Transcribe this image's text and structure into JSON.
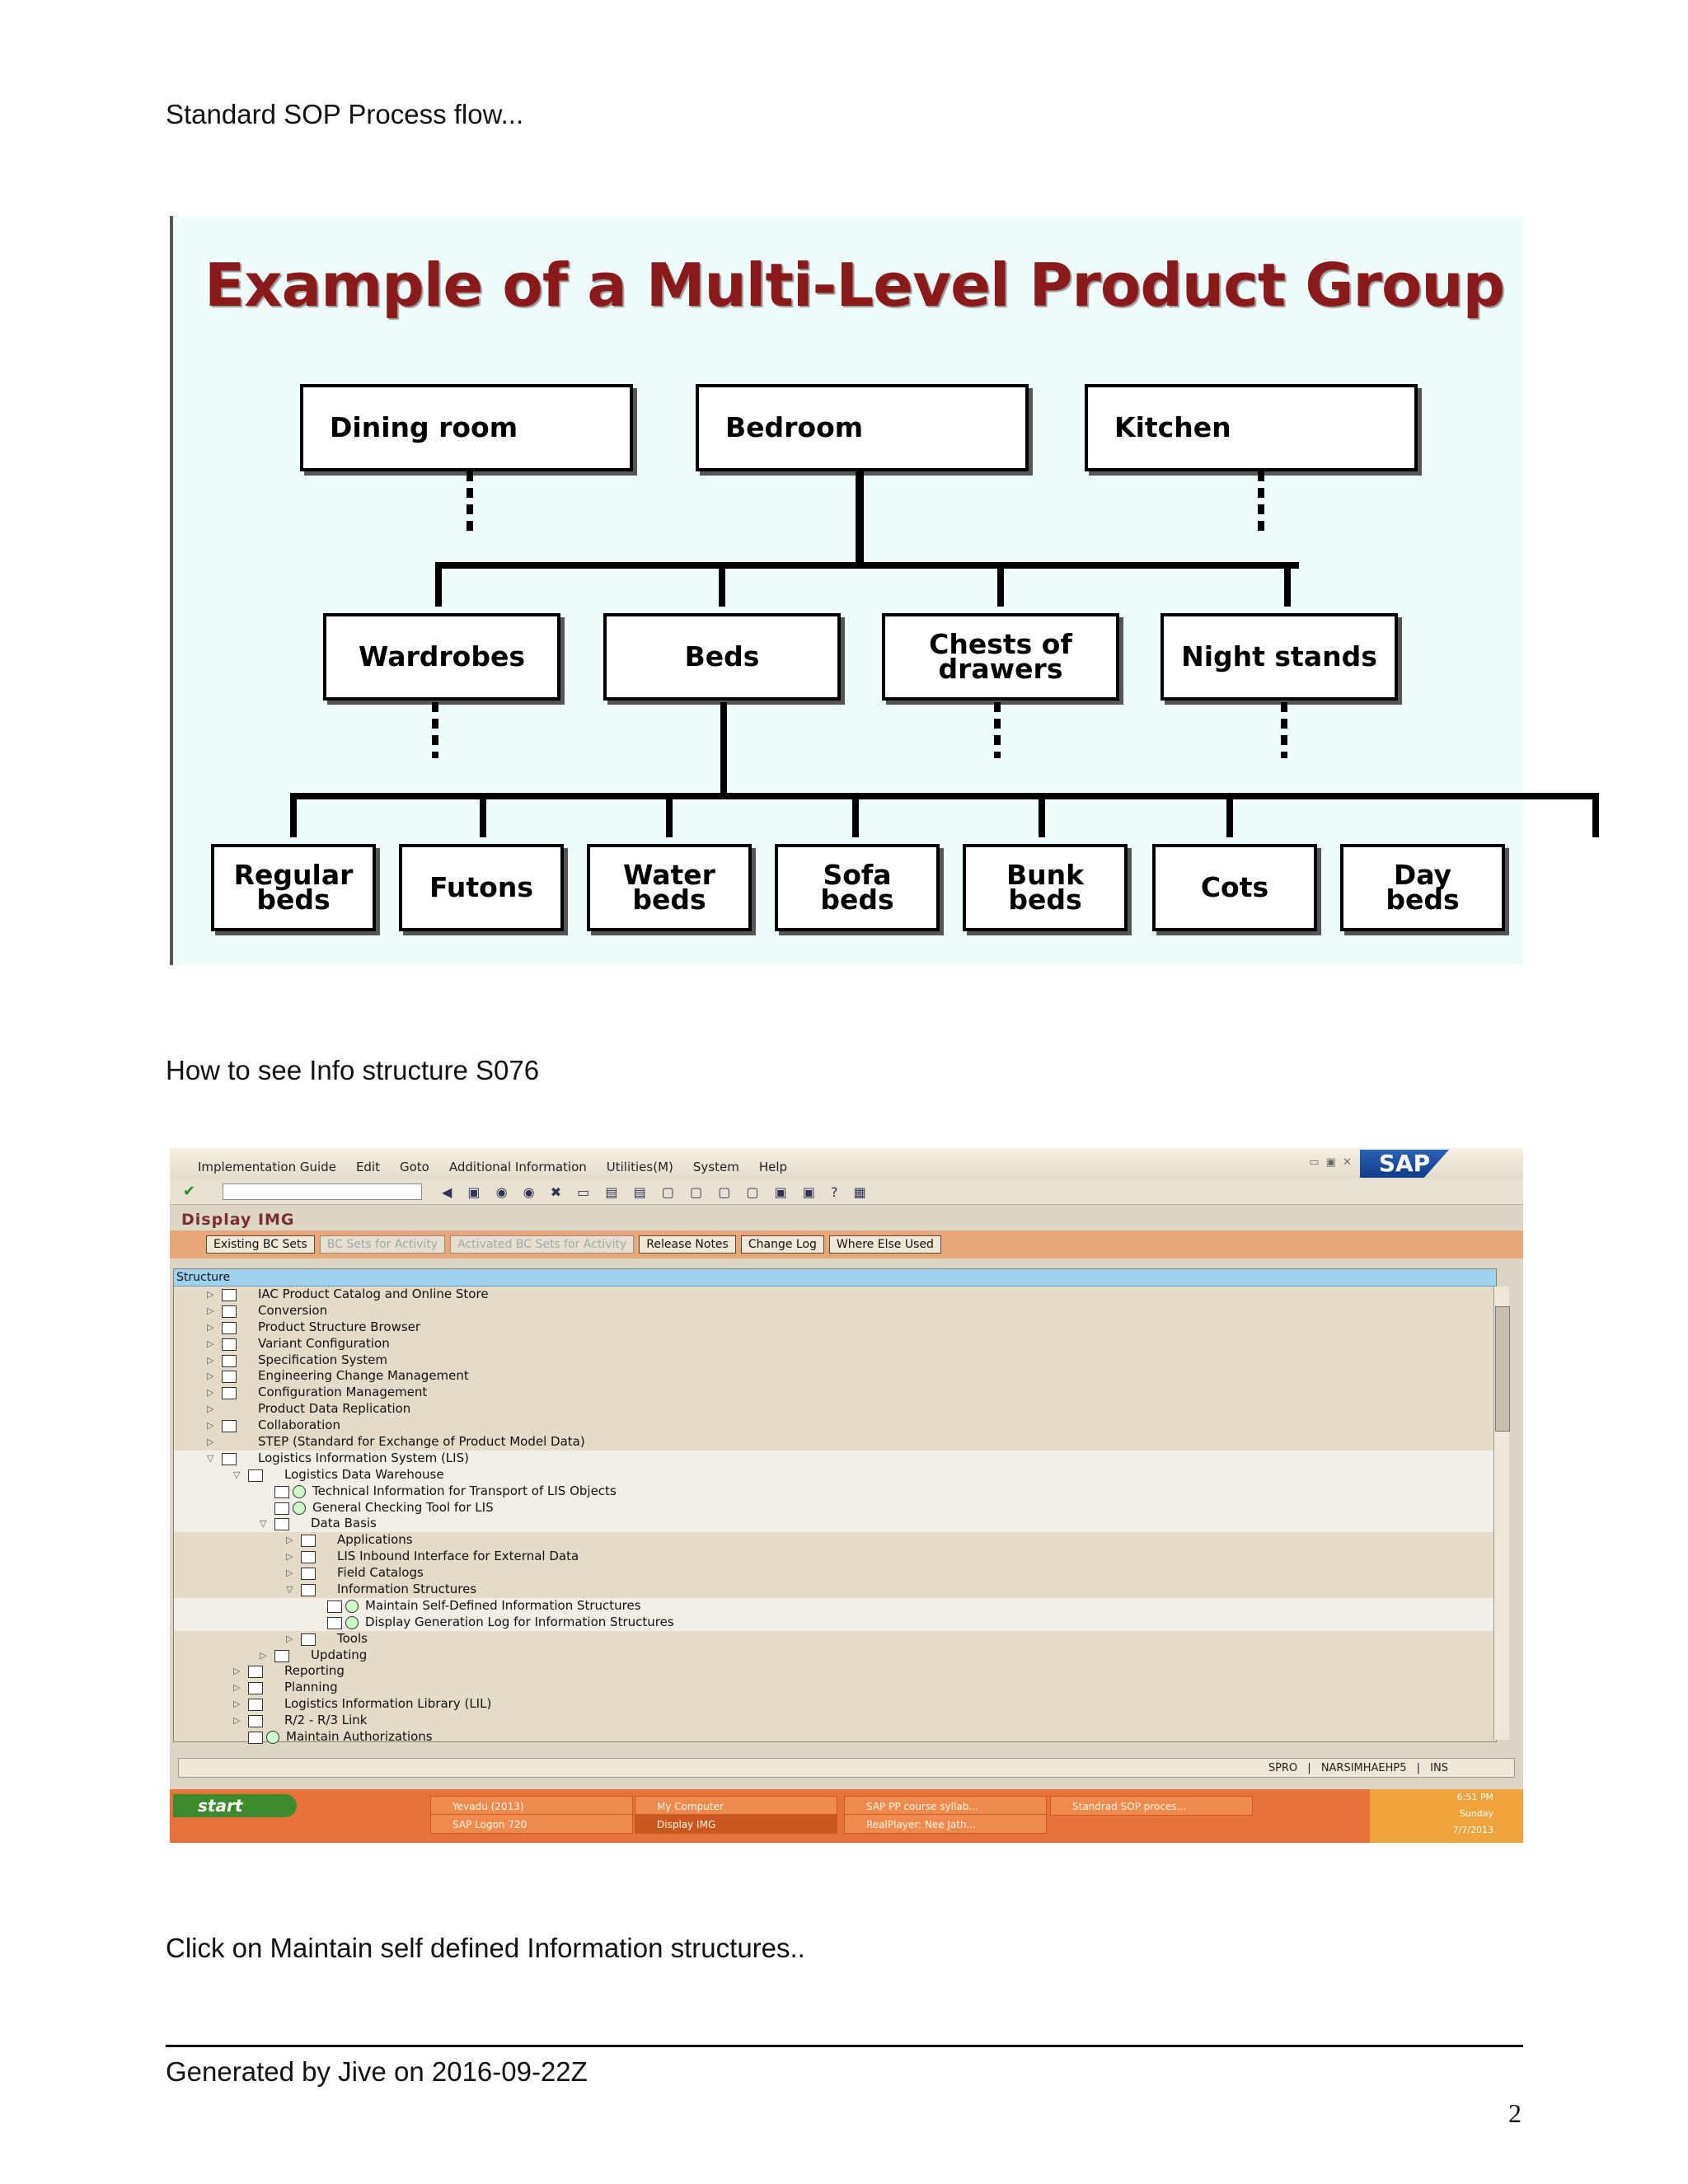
{
  "doc": {
    "intro": "Standard SOP Process flow...",
    "para2": "How to see Info structure S076",
    "para3": "Click on Maintain self defined Information structures..",
    "footer": "Generated by Jive on 2016-09-22Z",
    "page_number": "2"
  },
  "diagram": {
    "title": "Example of a Multi-Level Product Group",
    "level1": [
      "Dining room",
      "Bedroom",
      "Kitchen"
    ],
    "level2": [
      "Wardrobes",
      "Beds",
      "Chests of\ndrawers",
      "Night stands"
    ],
    "level3": [
      "Regular\nbeds",
      "Futons",
      "Water\nbeds",
      "Sofa\nbeds",
      "Bunk\nbeds",
      "Cots",
      "Day\nbeds"
    ]
  },
  "sap": {
    "menu": [
      "Implementation Guide",
      "Edit",
      "Goto",
      "Additional Information",
      "Utilities(M)",
      "System",
      "Help"
    ],
    "logo": "SAP",
    "screen_title": "Display IMG",
    "app_buttons": [
      {
        "label": "Existing BC Sets",
        "disabled": false
      },
      {
        "label": "BC Sets for Activity",
        "disabled": true
      },
      {
        "label": "Activated BC Sets for Activity",
        "disabled": true
      },
      {
        "label": "Release Notes",
        "disabled": false
      },
      {
        "label": "Change Log",
        "disabled": false
      },
      {
        "label": "Where Else Used",
        "disabled": false
      }
    ],
    "tree_header": "Structure",
    "tree": [
      {
        "label": "IAC Product Catalog and Online Store"
      },
      {
        "label": "Conversion"
      },
      {
        "label": "Product Structure Browser"
      },
      {
        "label": "Variant Configuration"
      },
      {
        "label": "Specification System"
      },
      {
        "label": "Engineering Change Management"
      },
      {
        "label": "Configuration Management"
      },
      {
        "label": "Product Data Replication"
      },
      {
        "label": "Collaboration"
      },
      {
        "label": "STEP (Standard for Exchange of Product Model Data)"
      },
      {
        "label": "Logistics Information System (LIS)"
      },
      {
        "label": "Logistics Data Warehouse"
      },
      {
        "label": "Technical Information for Transport of LIS Objects"
      },
      {
        "label": "General Checking Tool for LIS"
      },
      {
        "label": "Data Basis"
      },
      {
        "label": "Applications"
      },
      {
        "label": "LIS Inbound Interface for External Data"
      },
      {
        "label": "Field Catalogs"
      },
      {
        "label": "Information Structures"
      },
      {
        "label": "Maintain Self-Defined Information Structures"
      },
      {
        "label": "Display Generation Log for Information Structures"
      },
      {
        "label": "Tools"
      },
      {
        "label": "Updating"
      },
      {
        "label": "Reporting"
      },
      {
        "label": "Planning"
      },
      {
        "label": "Logistics Information Library (LIL)"
      },
      {
        "label": "R/2 - R/3 Link"
      },
      {
        "label": "Maintain Authorizations"
      }
    ],
    "status_right": "SPRO | NARSIMHAEHP5 | INS",
    "taskbar": {
      "start": "start",
      "tasks": [
        {
          "label": "Yevadu (2013)"
        },
        {
          "label": "My Computer"
        },
        {
          "label": "SAP PP course syllab..."
        },
        {
          "label": "Standrad SOP proces..."
        },
        {
          "label": "SAP Logon 720"
        },
        {
          "label": "Display IMG"
        },
        {
          "label": "RealPlayer: Nee Jath..."
        }
      ],
      "time": "6:51 PM",
      "day": "Sunday",
      "date": "7/7/2013"
    }
  }
}
